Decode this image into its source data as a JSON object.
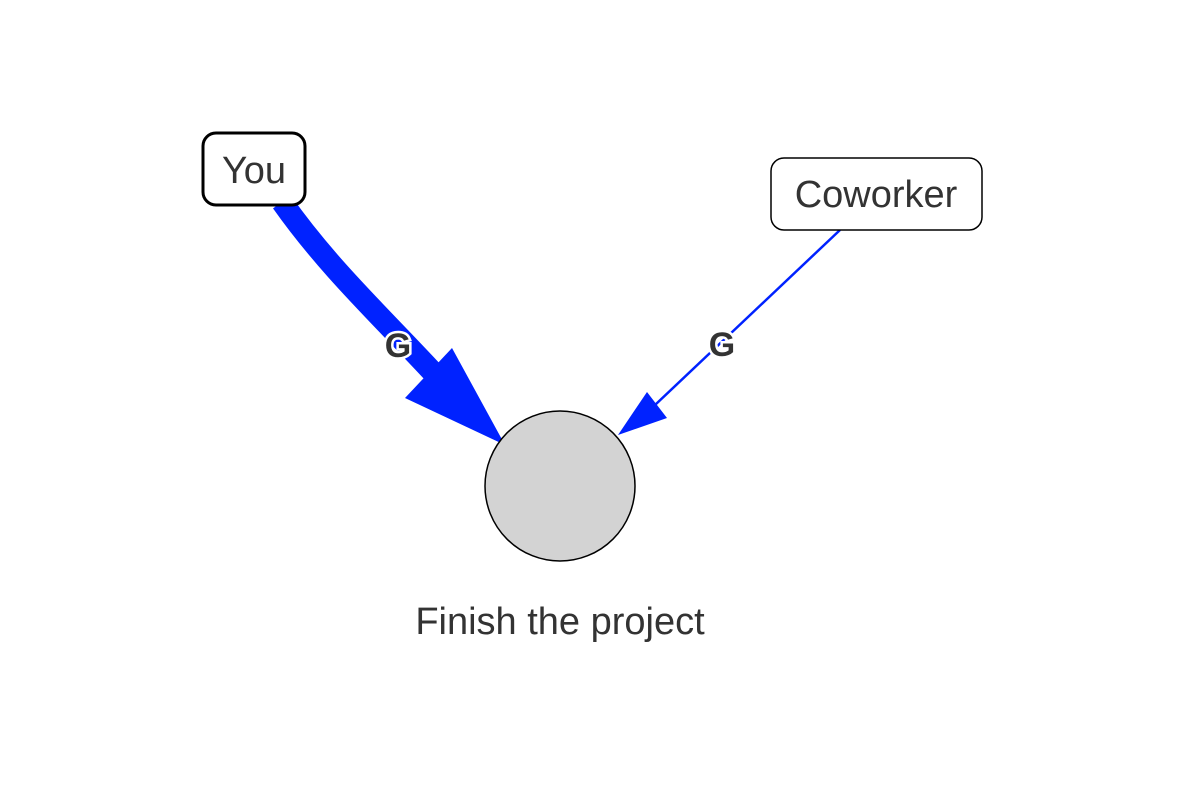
{
  "nodes": {
    "you": {
      "label": "You"
    },
    "coworker": {
      "label": "Coworker"
    },
    "goal": {
      "label": "Finish the project",
      "fill": "#d3d3d3"
    }
  },
  "edges": [
    {
      "from": "You",
      "to": "Finish the project",
      "label": "G",
      "weight": "strong"
    },
    {
      "from": "Coworker",
      "to": "Finish the project",
      "label": "G",
      "weight": "weak"
    }
  ],
  "colors": {
    "edge": "#0022ff",
    "node_border": "#000000",
    "text": "#333333"
  }
}
